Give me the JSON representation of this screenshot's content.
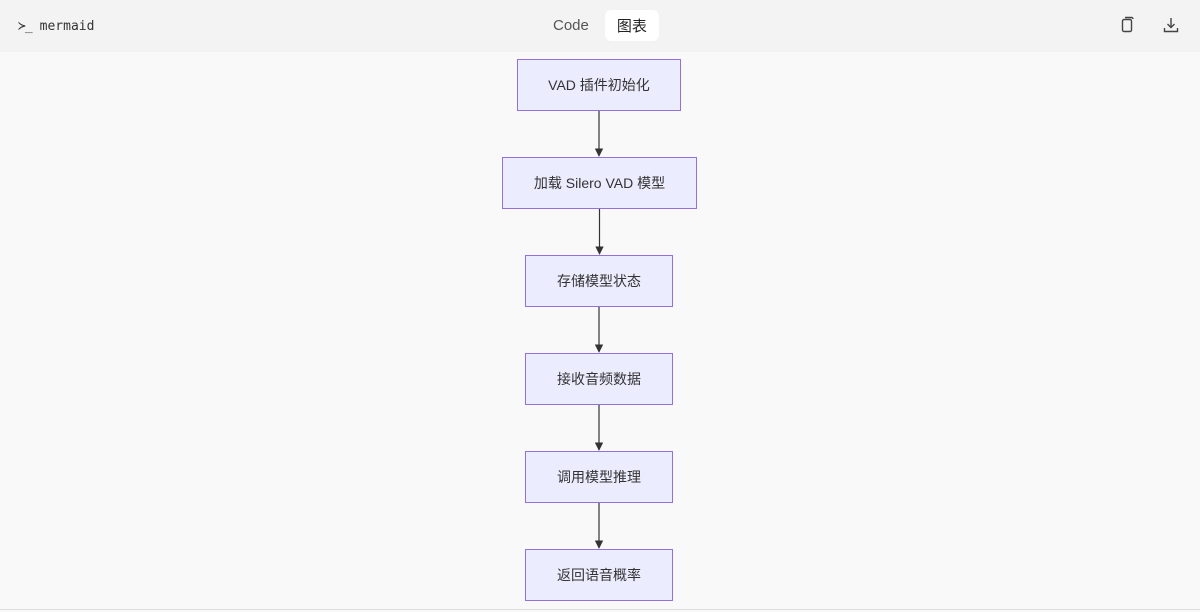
{
  "header": {
    "language_label": "mermaid",
    "prompt_symbol": "≻_",
    "tabs": [
      {
        "label": "Code",
        "active": false
      },
      {
        "label": "图表",
        "active": true
      }
    ],
    "actions": [
      {
        "icon": "copy-icon"
      },
      {
        "icon": "download-icon"
      }
    ]
  },
  "diagram": {
    "type": "flowchart-TD",
    "node_fill": "#ECECFF",
    "node_stroke": "#9370DB",
    "edge_color": "#333333",
    "nodes": [
      {
        "id": "n1",
        "label": "VAD 插件初始化"
      },
      {
        "id": "n2",
        "label": "加载 Silero VAD 模型"
      },
      {
        "id": "n3",
        "label": "存储模型状态"
      },
      {
        "id": "n4",
        "label": "接收音频数据"
      },
      {
        "id": "n5",
        "label": "调用模型推理"
      },
      {
        "id": "n6",
        "label": "返回语音概率"
      }
    ],
    "edges": [
      {
        "from": "n1",
        "to": "n2"
      },
      {
        "from": "n2",
        "to": "n3"
      },
      {
        "from": "n3",
        "to": "n4"
      },
      {
        "from": "n4",
        "to": "n5"
      },
      {
        "from": "n5",
        "to": "n6"
      }
    ]
  }
}
